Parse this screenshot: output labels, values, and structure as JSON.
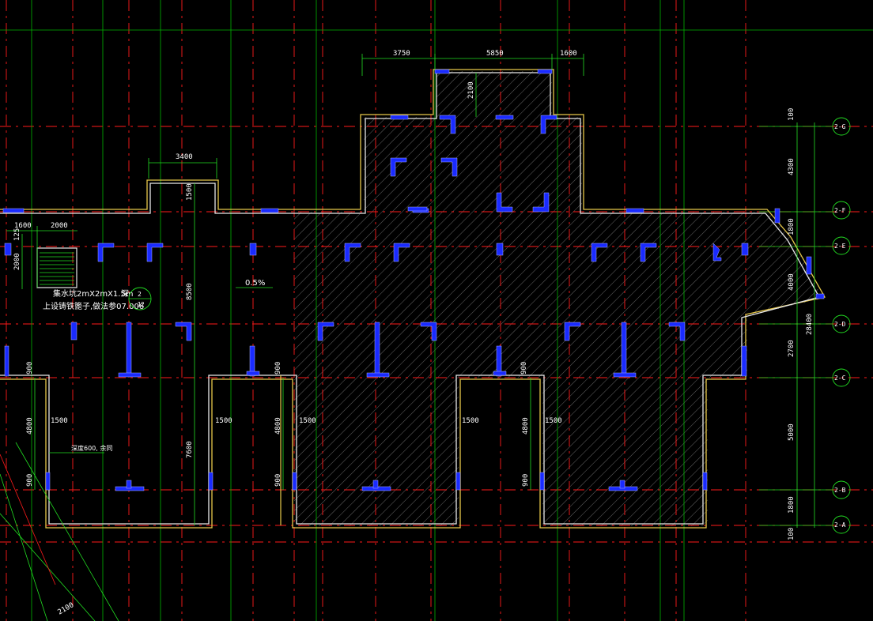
{
  "colors": {
    "background": "#000000",
    "grid_red": "#ff1a1a",
    "grid_green": "#00cc00",
    "wall_yellow": "#e6c84a",
    "wall_white": "#e8e8e8",
    "column_blue": "#1a2bff",
    "dim_green": "#22dd22",
    "hatch": "#8a8a8a",
    "text": "#ffffff"
  },
  "axes": [
    "2-G",
    "2-F",
    "2-E",
    "2-D",
    "2-C",
    "2-B",
    "2-A"
  ],
  "dims": {
    "top": [
      "3750",
      "5850",
      "1600"
    ],
    "top_left": [
      "3400"
    ],
    "left": [
      "1600",
      "2000",
      "125",
      "2000"
    ],
    "vertical": [
      "2100",
      "1500",
      "8500",
      "7600"
    ],
    "right": [
      "100",
      "4300",
      "1800",
      "4000",
      "2700",
      "28400",
      "5000",
      "1800",
      "100"
    ],
    "bay": [
      "900",
      "4800",
      "900",
      "1500"
    ],
    "bottom": [
      "2100"
    ]
  },
  "notes": {
    "sump": "集水坑2mX2mX1.5m",
    "sump_extra": "深",
    "pipe": "上设铸铁篦子,做法参07.006",
    "slope": "0.5%",
    "index_num": "2",
    "index_sheet": "J2",
    "depth_note": "深度600, 余同"
  }
}
